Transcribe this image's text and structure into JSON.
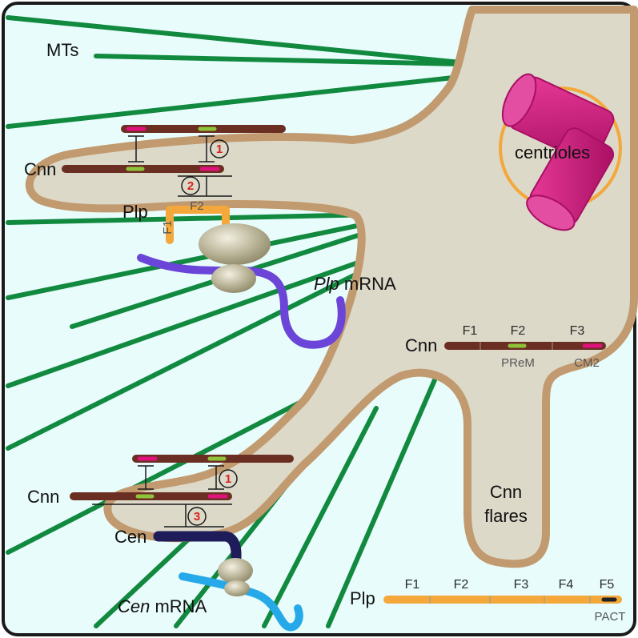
{
  "labels": {
    "mts": "MTs",
    "centrioles": "centrioles",
    "cnn_top": "Cnn",
    "plp_top": "Plp",
    "plp_mrna_italic": "Plp",
    "plp_mrna_suffix": " mRNA",
    "cnn_bottom": "Cnn",
    "cen": "Cen",
    "cen_mrna_italic": "Cen",
    "cen_mrna_suffix": " mRNA",
    "cnn_flares_line1": "Cnn",
    "cnn_flares_line2": "flares"
  },
  "interactions": {
    "top_1": "1",
    "top_2": "2",
    "bottom_1": "1",
    "bottom_3": "3"
  },
  "plp_fragment": {
    "f1": "F1",
    "f2": "F2"
  },
  "cnn_legend": {
    "name": "Cnn",
    "fragments": [
      "F1",
      "F2",
      "F3"
    ],
    "motifs": [
      "PReM",
      "CM2"
    ]
  },
  "plp_legend": {
    "name": "Plp",
    "fragments": [
      "F1",
      "F2",
      "F3",
      "F4",
      "F5"
    ],
    "motif": "PACT"
  },
  "colors": {
    "cell_outline": "#c29a6f",
    "cell_fill": "#dcd9c9",
    "background": "#e8fcfc",
    "microtubule": "#11893f",
    "cnn": "#6b2e22",
    "cnn_prem": "#8fc33a",
    "cnn_cm2": "#e0127c",
    "plp": "#f4a73a",
    "plp_mrna": "#6a45d8",
    "cen": "#1f1d59",
    "cen_mrna": "#25a9e8",
    "centriole": "#d0177d",
    "pcm_ring": "#f4a73a"
  }
}
